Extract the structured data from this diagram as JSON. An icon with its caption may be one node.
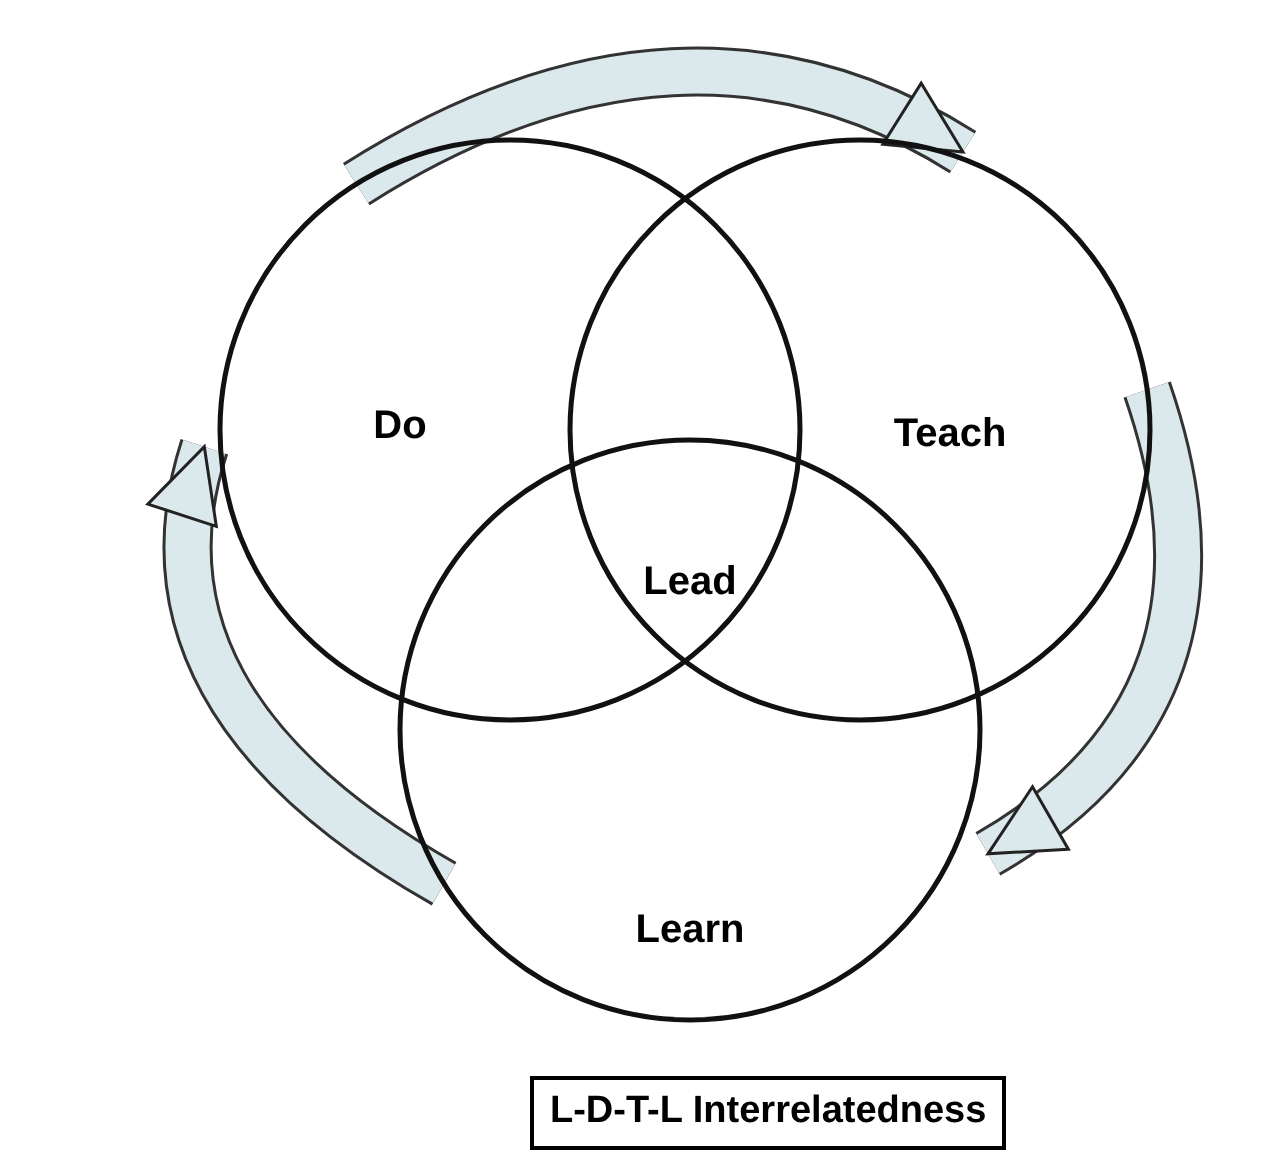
{
  "diagram": {
    "caption": "L-D-T-L Interrelatedness",
    "nodes": [
      {
        "text": [
          "Do"
        ]
      },
      {
        "text": [
          "Teach"
        ]
      },
      {
        "text": [
          "Learn"
        ]
      }
    ],
    "edges": [
      {
        "from": 0,
        "to": 1,
        "arrow": "to"
      },
      {
        "from": 1,
        "to": 2,
        "arrow": "to"
      },
      {
        "from": 2,
        "to": 0,
        "arrow": "to"
      }
    ],
    "labels": [
      "Lead"
    ]
  }
}
